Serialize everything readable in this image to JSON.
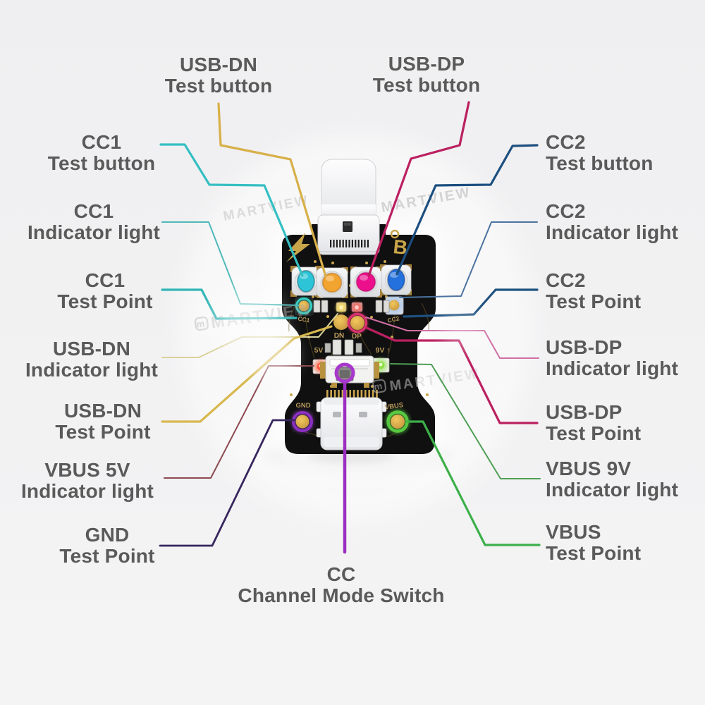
{
  "page": {
    "background": "#f1f1f2",
    "label_text_color": "#5a5a5a"
  },
  "watermark": {
    "text": "MARTVIEW",
    "logo_letter": "m"
  },
  "callouts": {
    "top": [
      {
        "line1": "USB-DN",
        "line2": "Test button",
        "color": "#d8b04a"
      },
      {
        "line1": "USB-DP",
        "line2": "Test button",
        "color": "#bb2060"
      }
    ],
    "left": [
      {
        "line1": "CC1",
        "line2": "Test button",
        "color": "#35bfc2"
      },
      {
        "line1": "CC1",
        "line2": "Indicator light",
        "color": "#4fb8b8"
      },
      {
        "line1": "CC1",
        "line2": "Test Point",
        "color": "#2fb5b5"
      },
      {
        "line1": "USB-DN",
        "line2": "Indicator light",
        "color": "#d9d29b"
      },
      {
        "line1": "USB-DN",
        "line2": "Test Point",
        "color": "#d8b84e"
      },
      {
        "line1": "VBUS 5V",
        "line2": "Indicator light",
        "color": "#8c4a50"
      },
      {
        "line1": "GND",
        "line2": "Test Point",
        "color": "#38265e"
      }
    ],
    "right": [
      {
        "line1": "CC2",
        "line2": "Test button",
        "color": "#1c4e7f"
      },
      {
        "line1": "CC2",
        "line2": "Indicator light",
        "color": "#4c739f"
      },
      {
        "line1": "CC2",
        "line2": "Test Point",
        "color": "#1d517f"
      },
      {
        "line1": "USB-DP",
        "line2": "Indicator light",
        "color": "#d06fa5"
      },
      {
        "line1": "USB-DP",
        "line2": "Test Point",
        "color": "#bb2060"
      },
      {
        "line1": "VBUS 9V",
        "line2": "Indicator light",
        "color": "#4f9f55"
      },
      {
        "line1": "VBUS",
        "line2": "Test Point",
        "color": "#3cb04a"
      }
    ],
    "bottom": [
      {
        "line1": "CC",
        "line2": "Channel Mode Switch",
        "color": "#9c2fc0"
      }
    ]
  },
  "board": {
    "silkscreen": {
      "cc1": "CC1",
      "cc2": "CC2",
      "dn": "DN",
      "dp": "DP",
      "v5": "5V",
      "v9": "9V ↑",
      "gnd": "GND",
      "vbus": "VBUS",
      "logo_b": "B"
    },
    "colors": {
      "pcb": "#101010",
      "gold": "#c9a54a",
      "btn_cc1_cap": "#2cc4d6",
      "btn_dn_cap": "#f2a430",
      "btn_dp_cap": "#ec0f8c",
      "btn_cc2_cap": "#2471dd",
      "led_5v": "#ff5a3c",
      "led_9v": "#8ee04a",
      "ring_cc1": "#35d0c0",
      "ring_dp": "#d8326e",
      "ring_gnd": "#8b2fc0",
      "ring_vbus": "#58c840",
      "ring_switch": "#a838cc"
    }
  }
}
